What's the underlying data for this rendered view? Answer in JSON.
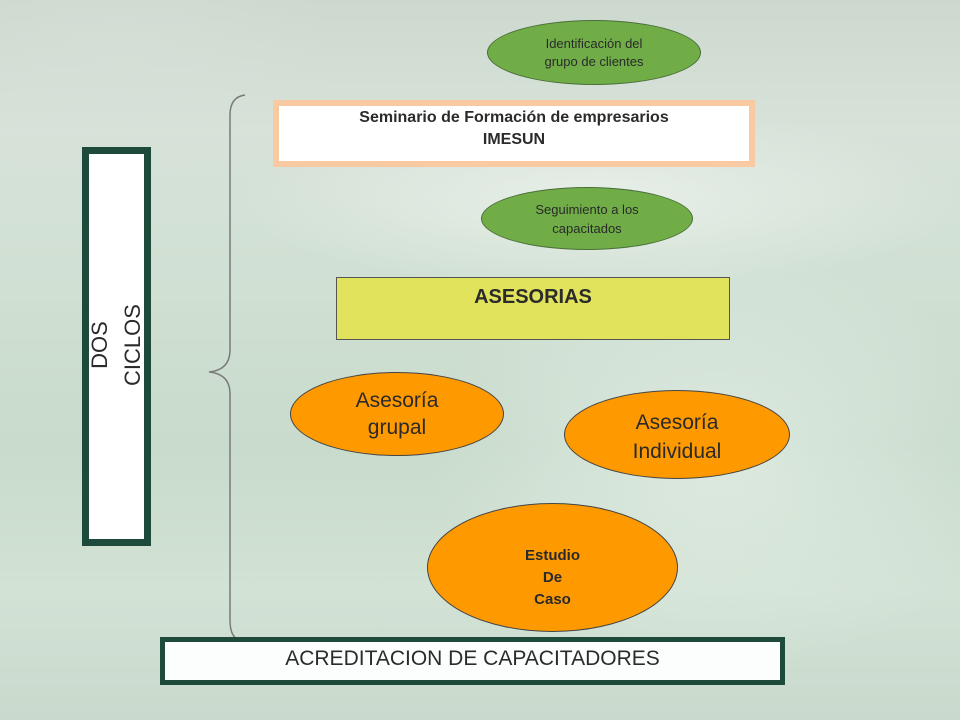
{
  "diagram": {
    "cycles_label": [
      "DOS",
      "CICLOS"
    ],
    "identificacion": [
      "Identificación del",
      "grupo de clientes"
    ],
    "seminario": [
      "Seminario de Formación de empresarios",
      "IMESUN"
    ],
    "seguimiento": [
      "Seguimiento a los",
      "capacitados"
    ],
    "asesorias": "ASESORIAS",
    "asesoria_grupal": [
      "Asesoría",
      "grupal"
    ],
    "asesoria_individual": [
      "Asesoría",
      "Individual"
    ],
    "estudio_caso": [
      "Estudio",
      "De",
      "Caso"
    ],
    "acreditacion": "ACREDITACION DE CAPACITADORES"
  },
  "colors": {
    "green_ellipse": "#70AD47",
    "orange_ellipse": "#FF9900",
    "asesorias_fill": "#E1E35C",
    "seminario_border": "#F9C9A2",
    "frame_border": "#1E4A3C",
    "brace": "#7A7A7A"
  }
}
